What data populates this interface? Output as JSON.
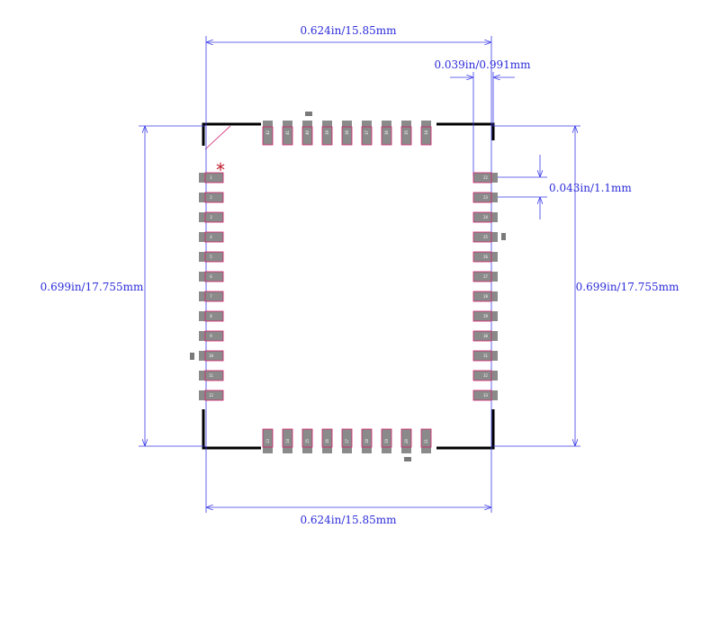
{
  "dimensions": {
    "top_width": "0.624in/15.85mm",
    "bottom_width": "0.624in/15.85mm",
    "left_height": "0.699in/17.755mm",
    "right_height": "0.699in/17.755mm",
    "pad_width": "0.039in/0.991mm",
    "pad_pitch": "0.043in/1.1mm"
  },
  "pin1_marker": "*",
  "pads": {
    "left": [
      "1",
      "2",
      "3",
      "4",
      "5",
      "6",
      "7",
      "8",
      "9",
      "10",
      "11",
      "12"
    ],
    "bottom": [
      "13",
      "14",
      "15",
      "16",
      "17",
      "18",
      "19",
      "20",
      "21"
    ],
    "right": [
      "22",
      "23",
      "24",
      "25",
      "26",
      "27",
      "28",
      "29",
      "30",
      "31",
      "32",
      "33"
    ],
    "top": [
      "34",
      "35",
      "36",
      "37",
      "38",
      "39",
      "40",
      "41",
      "42"
    ]
  },
  "colors": {
    "dimension": "#3a3ae6",
    "outline": "#000000",
    "pad_fill": "#8a8a8a",
    "pad_border": "#d0206a",
    "pin1": "#c0182a"
  }
}
